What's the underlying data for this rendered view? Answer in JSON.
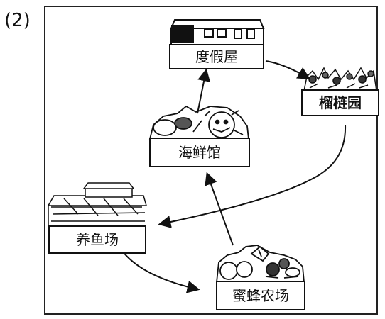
{
  "problem_number": "(2)",
  "nodes": {
    "holiday_house": "度假屋",
    "durian_orchard": "榴梿园",
    "seafood_restaurant": "海鲜馆",
    "fish_farm": "养鱼场",
    "bee_farm": "蜜蜂农场"
  },
  "edges": [
    {
      "from": "度假屋",
      "to": "榴梿园"
    },
    {
      "from": "榴梿园",
      "to": "养鱼场"
    },
    {
      "from": "养鱼场",
      "to": "蜜蜂农场"
    },
    {
      "from": "蜜蜂农场",
      "to": "海鲜馆"
    },
    {
      "from": "海鲜馆",
      "to": "度假屋"
    }
  ]
}
